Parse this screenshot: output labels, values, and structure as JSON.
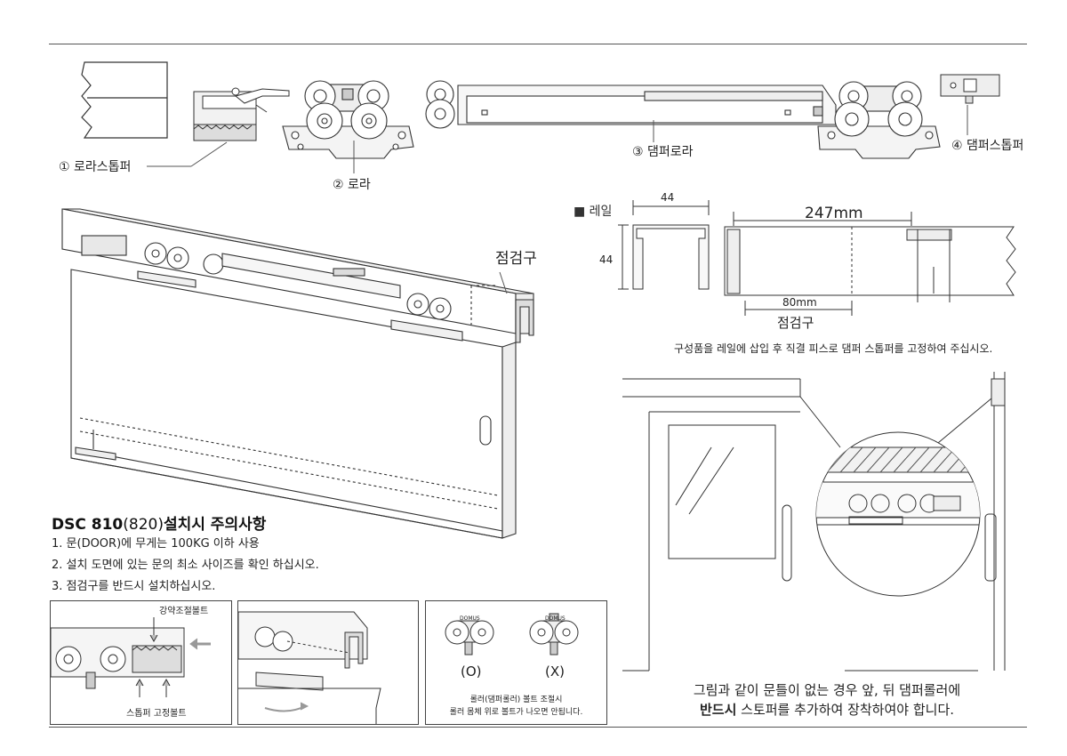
{
  "parts": {
    "p1": "① 로라스톱퍼",
    "p2": "② 로라",
    "p3": "③ 댐퍼로라",
    "p4": "④ 댐퍼스톱퍼"
  },
  "main_diagram": {
    "inspection_label": "점검구"
  },
  "rail": {
    "legend": "■ 레일",
    "width": "44",
    "height": "44"
  },
  "rail_side": {
    "length": "247mm",
    "inspect_len": "80mm",
    "inspect_label": "점검구",
    "note": "구성품을 레일에 삽입 후 직결 피스로 댐퍼 스톱퍼를 고정하여 주십시오."
  },
  "instructions": {
    "title_bold": "DSC 810",
    "title_thin": "(820)",
    "title_rest": "설치시 주의사항",
    "items": [
      "1. 문(DOOR)에 무게는 100KG 이하 사용",
      "2. 설치 도면에 있는 문의 최소 사이즈를 확인 하십시오.",
      "3. 점검구를 반드시 설치하십시오."
    ]
  },
  "box1": {
    "label_top": "강약조절볼트",
    "label_bottom": "스톱퍼 고정볼트"
  },
  "box3": {
    "ok": "(O)",
    "ng": "(X)",
    "note1": "롤러(댐퍼롤러) 볼트 조절시",
    "note2": "롤러 몸체 위로 볼트가 나오면 안됩니다.",
    "brand": "DOMUS"
  },
  "door_note": {
    "line1": "그림과 같이 문틀이 없는 경우 앞, 뒤 댐퍼롤러에",
    "line2_bold": "반드시",
    "line2_rest": " 스토퍼를 추가하여 장착하여야 합니다."
  }
}
